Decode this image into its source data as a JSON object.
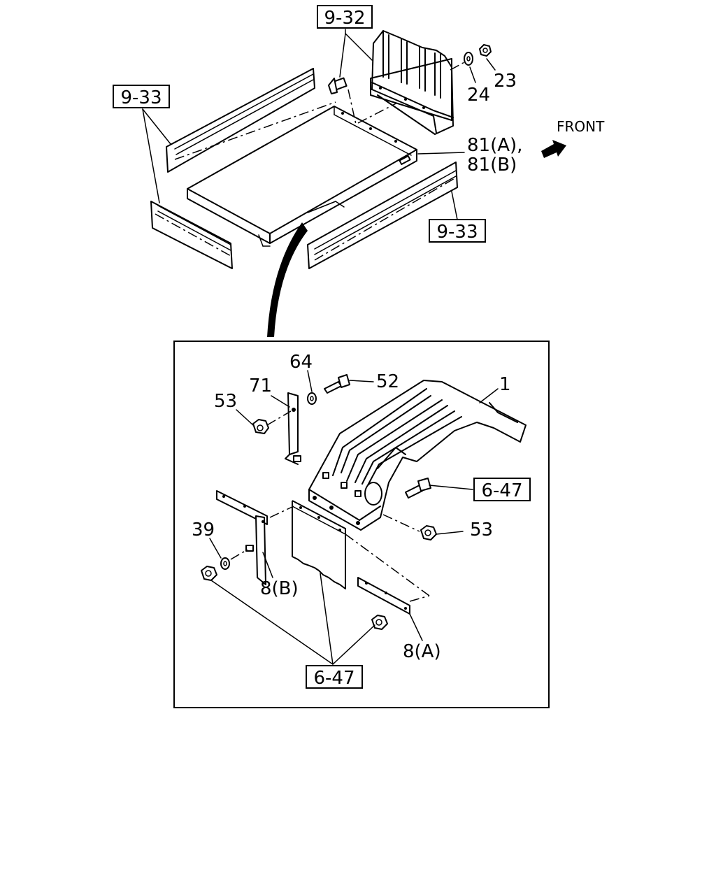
{
  "labels": {
    "ref_9_32": "9-32",
    "ref_9_33_top": "9-33",
    "ref_9_33_right": "9-33",
    "ref_6_47_right": "6-47",
    "ref_6_47_bottom": "6-47",
    "part_23": "23",
    "part_24": "24",
    "part_81a": "81(A),",
    "part_81b": "81(B)",
    "front": "FRONT",
    "part_64": "64",
    "part_71": "71",
    "part_52": "52",
    "part_53_top": "53",
    "part_1": "1",
    "part_53_right": "53",
    "part_39": "39",
    "part_8b": "8(B)",
    "part_8a": "8(A)"
  },
  "colors": {
    "line": "#000000",
    "background": "#ffffff"
  },
  "icons": {
    "front_arrow": "arrow-right-icon"
  }
}
